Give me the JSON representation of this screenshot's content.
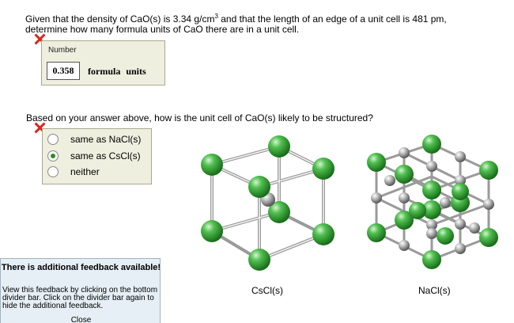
{
  "question1": {
    "line1_a": "Given that the density of CaO(s) is 3.34 g/cm",
    "line1_sup": "3",
    "line1_b": " and that the length of an edge of a unit cell is 481 pm,",
    "line2": "determine how many formula units of CaO there are in a unit cell.",
    "status": "incorrect"
  },
  "answer": {
    "label": "Number",
    "value": "0.358",
    "unit": "formula units"
  },
  "question2": {
    "text": "Based on your answer above, how is the unit cell of CaO(s) likely to be structured?",
    "status": "incorrect",
    "options": [
      {
        "label": "same as NaCl(s)",
        "selected": false
      },
      {
        "label": "same as CsCl(s)",
        "selected": true
      },
      {
        "label": "neither",
        "selected": false
      }
    ]
  },
  "figures": {
    "cscl_caption": "CsCl(s)",
    "nacl_caption": "NaCl(s)"
  },
  "colors": {
    "green_atom": "#2fa52f",
    "gray_atom": "#a8a8a8",
    "incorrect_mark": "#d42a1c",
    "panel_bg": "#efefdf",
    "feedback_bg": "#e5eff5"
  },
  "feedback": {
    "title": "There is additional feedback available!",
    "text": "View this feedback by clicking on the bottom divider bar. Click on the divider bar again to hide the additional feedback.",
    "close": "Close"
  }
}
